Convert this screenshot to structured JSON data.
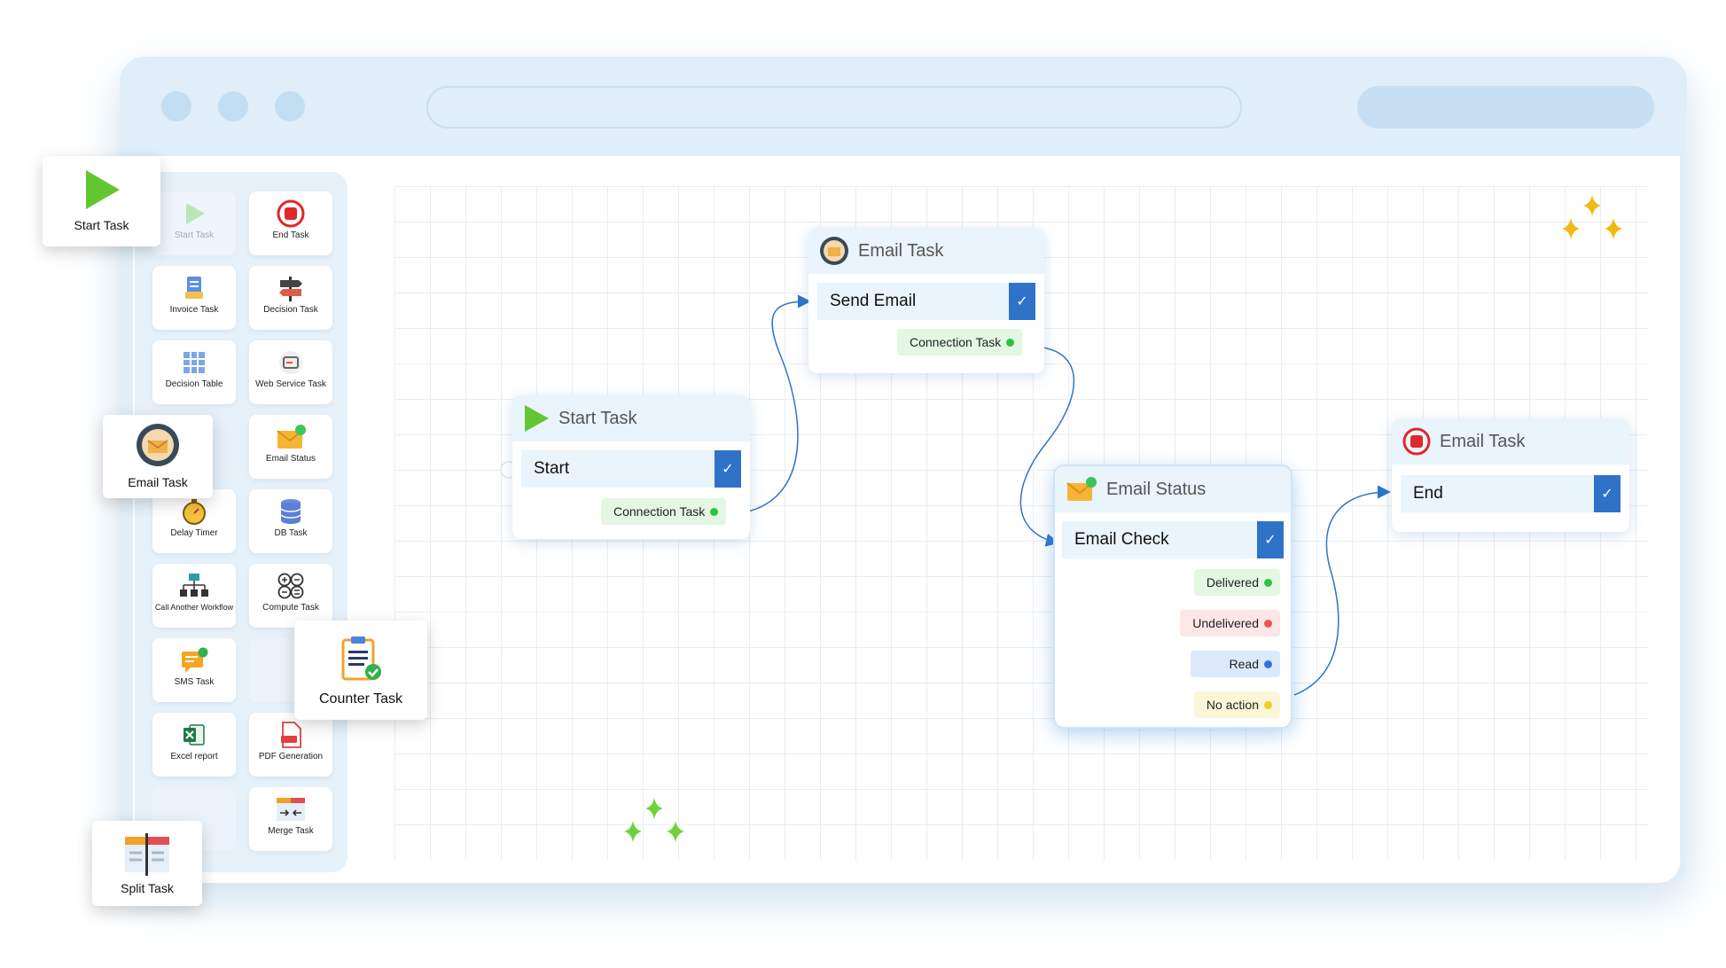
{
  "palette": {
    "items": [
      {
        "label": "Start Task",
        "icon": "play-icon",
        "faded": true
      },
      {
        "label": "End Task",
        "icon": "stop-icon"
      },
      {
        "label": "Invoice Task",
        "icon": "invoice-icon"
      },
      {
        "label": "Decision Task",
        "icon": "signpost-icon"
      },
      {
        "label": "Decision Table",
        "icon": "table-icon"
      },
      {
        "label": "Web Service Task",
        "icon": "web-service-icon"
      },
      {
        "label": "Email Status",
        "icon": "email-status-icon"
      },
      {
        "label": "Delay Timer",
        "icon": "timer-icon"
      },
      {
        "label": "DB Task",
        "icon": "database-icon"
      },
      {
        "label": "Call Another Workflow",
        "icon": "workflow-icon"
      },
      {
        "label": "Compute Task",
        "icon": "compute-icon"
      },
      {
        "label": "SMS Task",
        "icon": "sms-icon"
      },
      {
        "label": "Excel report",
        "icon": "excel-icon"
      },
      {
        "label": "PDF Generation",
        "icon": "pdf-icon"
      },
      {
        "label": "Merge Task",
        "icon": "merge-icon"
      }
    ]
  },
  "floating": {
    "start_task": "Start Task",
    "email_task": "Email Task",
    "counter_task": "Counter Task",
    "split_task": "Split Task"
  },
  "nodes": {
    "start": {
      "title": "Start Task",
      "field": "Start",
      "output": "Connection Task"
    },
    "email": {
      "title": "Email Task",
      "field": "Send Email",
      "output": "Connection Task"
    },
    "email_status": {
      "title": "Email Status",
      "field": "Email Check",
      "outputs": [
        "Delivered",
        "Undelivered",
        "Read",
        "No action"
      ]
    },
    "end": {
      "title": "Email Task",
      "field": "End"
    }
  },
  "colors": {
    "accent": "#2f73c9",
    "sparkle_gold": "#f2b90f",
    "sparkle_green": "#6fd23a"
  }
}
